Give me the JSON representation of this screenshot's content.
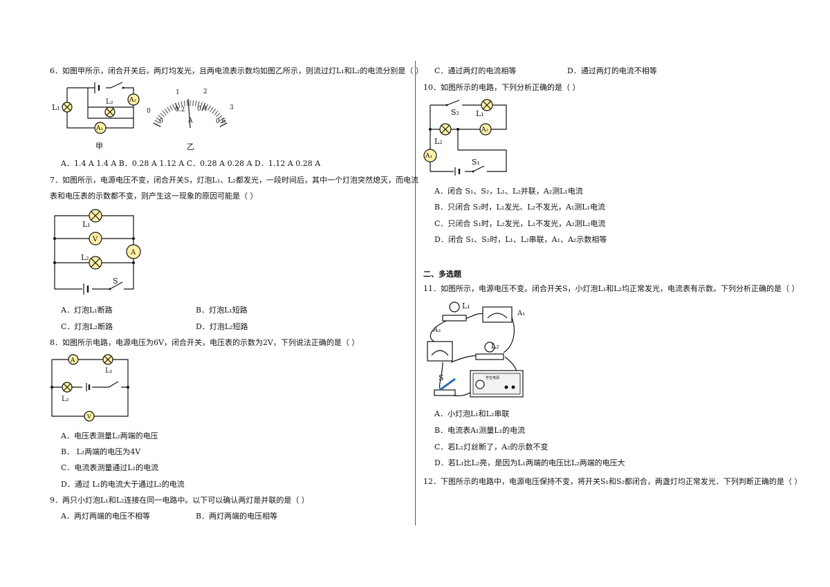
{
  "left": {
    "q6": {
      "stem": "6．如图甲所示，闭合开关后，两灯均发光，且两电流表示数均如图乙所示，则流过灯L₁和L₂的电流分别是（     ）",
      "fig_jia": "甲",
      "fig_yi": "乙",
      "l1": "L₁",
      "l2": "L₂",
      "a1": "A₁",
      "a2": "A₂",
      "scale_top": [
        "0",
        "1",
        "2",
        "3"
      ],
      "scale_bottom": [
        "0",
        "0.2",
        "0.4",
        "0.6"
      ],
      "unit": "A",
      "options": "A．1.4 A    1.4 A    B．0.28 A    1.12 A    C．0.28 A    0.28 A    D．1.12 A    0.28 A"
    },
    "q7": {
      "stem_line1": "7．如图所示，电源电压不变，闭合开关S，灯泡L₁、L₂都发光，一段时间后，其中一个灯泡突然熄灭，而电流",
      "stem_line2": "表和电压表的示数都不变，则产生这一现象的原因可能是（     ）",
      "l1": "L₁",
      "l2": "L₂",
      "v": "V",
      "a": "A",
      "s": "S",
      "opt_a": "A．灯泡L₁断路",
      "opt_b": "B．灯泡L₁短路",
      "opt_c": "C．灯泡L₂断路",
      "opt_d": "D．灯泡L₂短路"
    },
    "q8": {
      "stem": "8．如图所示电路，电源电压为6V，闭合开关，电压表的示数为2V，下列说法正确的是（     ）",
      "a": "A",
      "l1": "L₁",
      "l2": "L₂",
      "v": "V",
      "opt_a": "A．电压表测量L₂两端的电压",
      "opt_b": "B． L₁两端的电压为4V",
      "opt_c": "C．电流表测量通过L₁的电流",
      "opt_d": "D．通过 L₁的电流大于通过L₂的电流"
    },
    "q9": {
      "stem": "9．两只小灯泡L₁和L₂连接在同一电路中。以下可以确认两灯是并联的是（     ）",
      "opt_a": "A．两灯两端的电压不相等",
      "opt_b": "B．两灯两端的电压相等"
    }
  },
  "right": {
    "q9_cont": {
      "opt_c": "C．通过两灯的电流相等",
      "opt_d": "D．通过两灯的电流不相等"
    },
    "q10": {
      "stem": "10．如图所示的电路，下列分析正确的是（     ）",
      "s2": "S₂",
      "l1": "L₁",
      "l2": "L₂",
      "a1": "A₁",
      "a2": "A₂",
      "s1": "S₁",
      "opt_a": "A．闭合 S₁、S₂，L₁、L₂并联，A₂测L₁电流",
      "opt_b": "B．只闭合 S₂时，L₁发光、L₂不发光，A₁测L₁电流",
      "opt_c": "C．只闭合 S₁时，L₂发光，L₁不发光，A₂测L₂电流",
      "opt_d": "D．闭合 S₁、S₂时，L₁、L₂串联，A₁、A₂示数相等"
    },
    "section2": "二、多选题",
    "q11": {
      "stem": "11．如图所示，电源电压不变。闭合开关S，小灯泡L₁和L₂均正常发光，电流表有示数。下列分析正确的是（     ）",
      "l1": "L₁",
      "l2": "L₂",
      "a1": "A₁",
      "a2": "A₂",
      "s": "S",
      "source_label": "学生电源",
      "opt_a": "A．小灯泡L₁和L₂串联",
      "opt_b": "B．电流表A₁测量L₁的电流",
      "opt_c": "C．若L₁灯丝断了，A₂的示数不变",
      "opt_d": "D．若L₁比L₂亮，是因为L₁两端的电压比L₂两端的电压大"
    },
    "q12": {
      "stem": "12．下图所示的电路中，电源电压保持不变，将开关S₁和S₂都闭合，两盏灯均正常发光．下列判断正确的是（     ）"
    }
  }
}
